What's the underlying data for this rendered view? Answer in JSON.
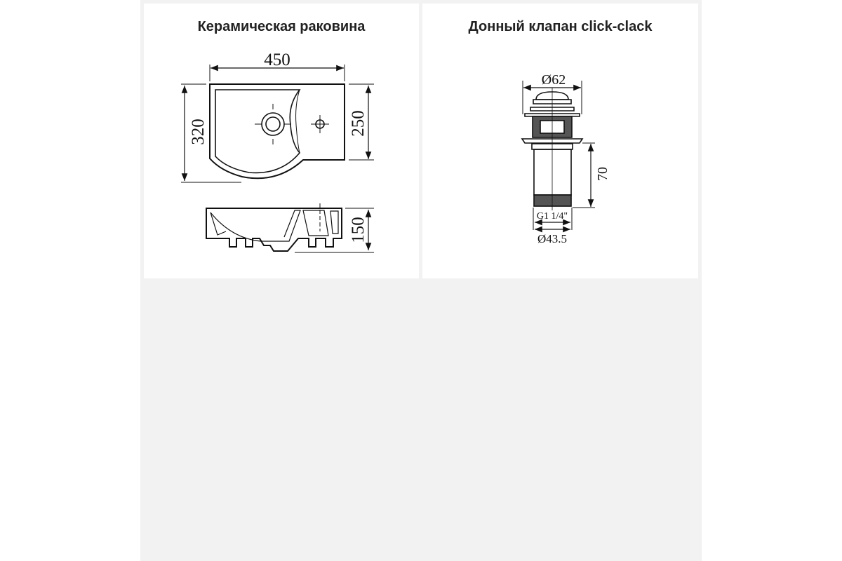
{
  "panels": [
    {
      "title": "Керамическая раковина",
      "dimensions": {
        "width": "450",
        "depth": "320",
        "depth_right": "250",
        "height": "150"
      }
    },
    {
      "title": "Донный клапан click-clack",
      "dimensions": {
        "diameter_top": "Ø62",
        "height": "70",
        "thread": "G1 1/4\"",
        "diameter_bottom": "Ø43.5"
      }
    }
  ],
  "colors": {
    "background": "#f2f2f2",
    "panel": "#ffffff",
    "line": "#111111"
  }
}
